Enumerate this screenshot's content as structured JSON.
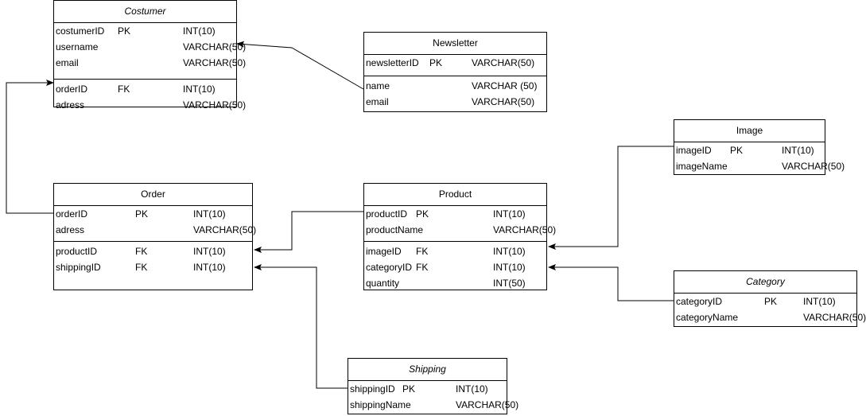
{
  "entities": [
    {
      "id": "costumer",
      "title": "Costumer",
      "italic": true,
      "sections": [
        [
          [
            "costumerID",
            "PK",
            "INT(10)"
          ],
          [
            "username",
            "",
            "VARCHAR(50)"
          ],
          [
            "email",
            "",
            "VARCHAR(50)"
          ]
        ],
        [
          [
            "orderID",
            "FK",
            "INT(10)"
          ],
          [
            "adress",
            "",
            "VARCHAR(50)"
          ]
        ]
      ]
    },
    {
      "id": "newsletter",
      "title": "Newsletter",
      "italic": false,
      "sections": [
        [
          [
            "newsletterID",
            "PK",
            "VARCHAR(50)"
          ]
        ],
        [
          [
            "name",
            "",
            "VARCHAR (50)"
          ],
          [
            "email",
            "",
            "VARCHAR(50)"
          ]
        ]
      ]
    },
    {
      "id": "image",
      "title": "Image",
      "italic": false,
      "sections": [
        [
          [
            "imageID",
            "PK",
            "INT(10)"
          ],
          [
            "imageName",
            "",
            "VARCHAR(50)"
          ]
        ]
      ]
    },
    {
      "id": "order",
      "title": "Order",
      "italic": false,
      "sections": [
        [
          [
            "orderID",
            "PK",
            "INT(10)"
          ],
          [
            "adress",
            "",
            "VARCHAR(50)"
          ]
        ],
        [
          [
            "productID",
            "FK",
            "INT(10)"
          ],
          [
            "shippingID",
            "FK",
            "INT(10)"
          ]
        ]
      ]
    },
    {
      "id": "product",
      "title": "Product",
      "italic": false,
      "sections": [
        [
          [
            "productID",
            "PK",
            "INT(10)"
          ],
          [
            "productName",
            "",
            "VARCHAR(50)"
          ]
        ],
        [
          [
            "imageID",
            "FK",
            "INT(10)"
          ],
          [
            "categoryID",
            "FK",
            "INT(10)"
          ],
          [
            "quantity",
            "",
            "INT(50)"
          ]
        ]
      ]
    },
    {
      "id": "category",
      "title": "Category",
      "italic": true,
      "sections": [
        [
          [
            "categoryID",
            "PK",
            "INT(10)"
          ],
          [
            "categoryName",
            "",
            "VARCHAR(50)"
          ]
        ]
      ]
    },
    {
      "id": "shipping",
      "title": "Shipping",
      "italic": true,
      "sections": [
        [
          [
            "shippingID",
            "PK",
            "INT(10)"
          ],
          [
            "shippingName",
            "",
            "VARCHAR(50)"
          ]
        ]
      ]
    }
  ],
  "relationships": [
    {
      "from": "newsletter.email",
      "to": "costumer.username"
    },
    {
      "from": "order.orderID",
      "to": "costumer.orderID"
    },
    {
      "from": "product.productID",
      "to": "order.productID"
    },
    {
      "from": "shipping.shippingID",
      "to": "order.shippingID"
    },
    {
      "from": "image.imageID",
      "to": "product.imageID"
    },
    {
      "from": "category.categoryID",
      "to": "product.categoryID"
    }
  ]
}
